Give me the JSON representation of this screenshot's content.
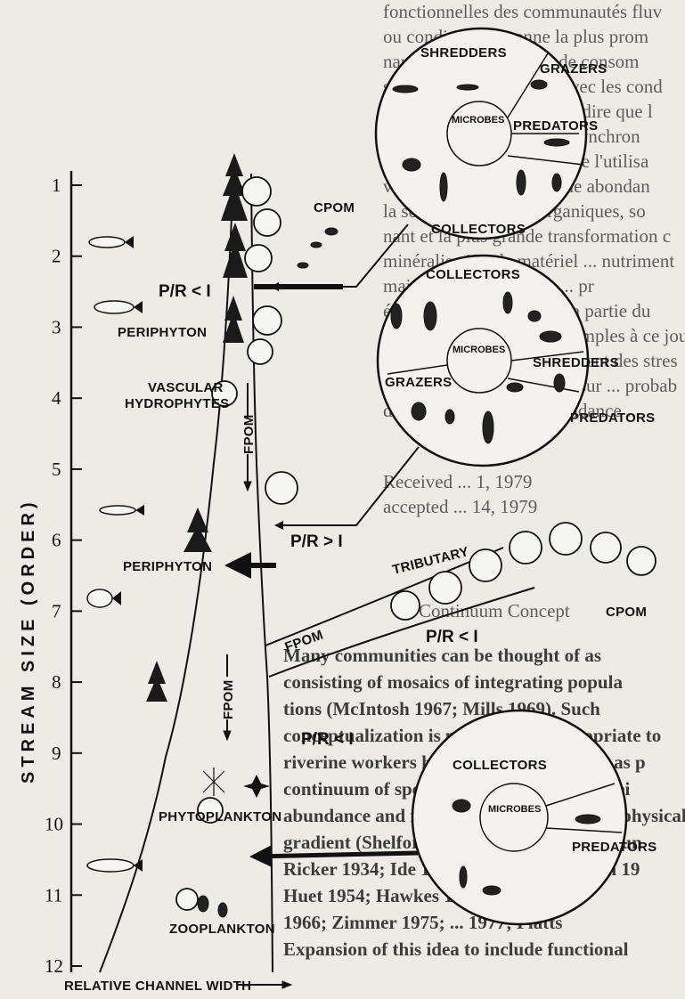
{
  "axis": {
    "title": "STREAM SIZE (ORDER)",
    "ticks": [
      "1",
      "2",
      "3",
      "4",
      "5",
      "6",
      "7",
      "8",
      "9",
      "10",
      "11",
      "12"
    ],
    "x_label": "RELATIVE CHANNEL WIDTH"
  },
  "labels": {
    "cpom_top": "CPOM",
    "pr_less_top": "P/R < I",
    "periphyton_top": "PERIPHYTON",
    "vascular_1": "VASCULAR",
    "vascular_2": "HYDROPHYTES",
    "fpom_upper": "FPOM",
    "pr_greater": "P/R > I",
    "periphyton_mid": "PERIPHYTON",
    "tributary": "TRIBUTARY",
    "cpom_trib": "CPOM",
    "fpom_trib": "FPOM",
    "pr_less_trib": "P/R < I",
    "fpom_lower": "FPOM",
    "pr_less_low": "P/R < I",
    "phytoplankton": "PHYTOPLANKTON",
    "zooplankton": "ZOOPLANKTON"
  },
  "circles": {
    "top": {
      "shredders": "SHREDDERS",
      "grazers": "GRAZERS",
      "microbes": "MICROBES",
      "predators": "PREDATORS",
      "collectors": "COLLECTORS"
    },
    "middle": {
      "collectors": "COLLECTORS",
      "microbes": "MICROBES",
      "shredders": "SHREDDERS",
      "grazers": "GRAZERS",
      "predators": "PREDATORS"
    },
    "bottom": {
      "collectors": "COLLECTORS",
      "microbes": "MICROBES",
      "predators": "PREDATORS"
    }
  },
  "background_text": [
    "fonctionnelles des communautés fluv",
    "ou condition moyenne la plus prom",
    "nautés de prédateurs et de consom",
    "se mettent en harmonie avec les cond",
    "pluviaux naturels, on peut dire que l",
    "moral de remplacements synchron",
    "répartition dans le temps de l'utilisa",
    "vers la plus juste entre une abondan",
    "la sortie de matières organiques, so",
    "nant et la plus grande transformation c",
    "minéralisation de matériel ... nutriment",
    "maintenant ... structure ... pr",
    "écosystème en amont ... la partie du",
    "... ces sont devenus plus simples à ce jour le",
    "suggestion ... particulièrement des stres",
    "écologique ... des rivières sur ... probab",
    "du concept, offre de la tendance ...",
    "Received ... 1, 1979",
    "accepted ... 14, 1979",
    "Continuum Concept",
    "Many communities can be thought of as",
    "consisting of mosaics of integrating popula",
    "tions (McIntosh 1967; Mills 1969). Such",
    "conceptualization is particularly appropriate to",
    "riverine workers have visualized streams as p",
    "continuum of species which respond by thei",
    "abundance and relative preferences to the physical g",
    "gradient (Shelford 1911; Thompson and Hun",
    "Ricker 1934; Ide 1935; Burton and Odum 19",
    "Huet 1954; Hawkes 1975; Slack 1955;",
    "1966; Zimmer 1975; ... 1977; Platts",
    "Expansion of this idea to include functional"
  ]
}
